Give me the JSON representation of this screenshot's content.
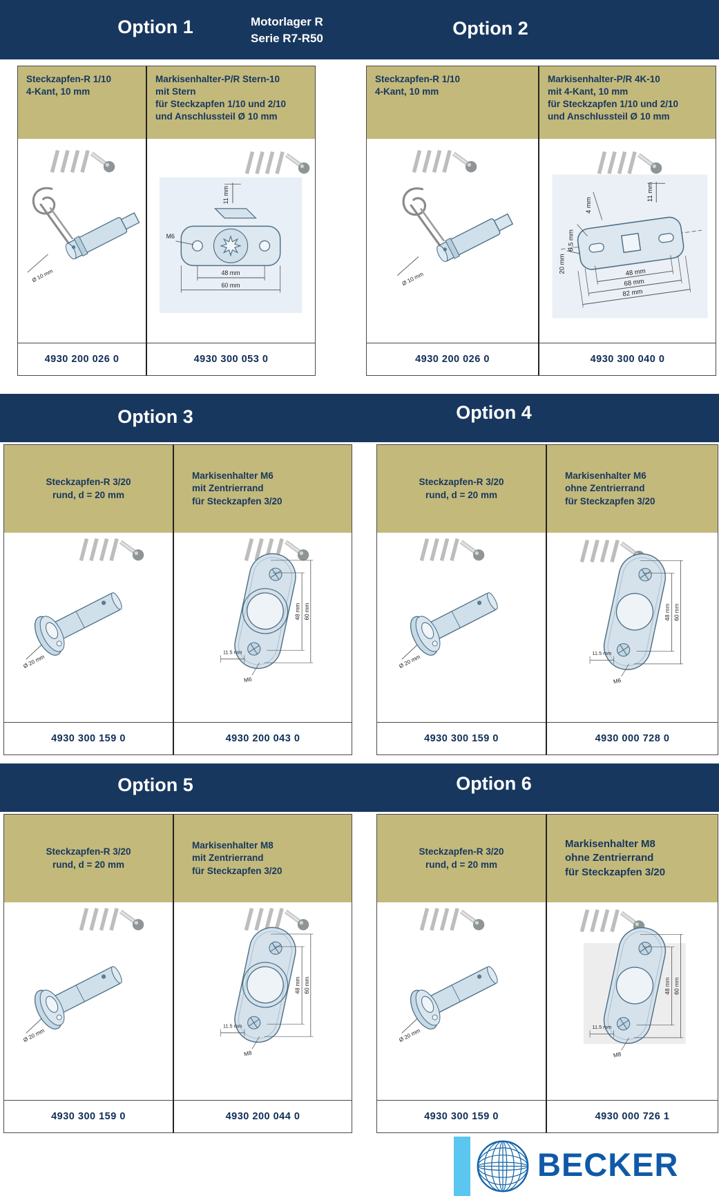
{
  "page": {
    "bars": [
      {
        "left_option": "Option 1",
        "series_title": "Motorlager R\nSerie R7-R50",
        "right_option": "Option 2"
      },
      {
        "left_option": "Option 3",
        "right_option": "Option 4"
      },
      {
        "left_option": "Option 5",
        "right_option": "Option 6"
      }
    ],
    "rows": [
      {
        "cells": [
          {
            "title": "Steckzapfen-R 1/10\n4-Kant, 10 mm",
            "part_number": "4930 200 026 0",
            "labels": {
              "diameter": "Ø 10 mm"
            }
          },
          {
            "title": "Markisenhalter-P/R Stern-10\nmit Stern\nfür Steckzapfen 1/10 und 2/10\nund Anschlussteil Ø 10 mm",
            "part_number": "4930 300 053 0",
            "labels": {
              "top": "11 mm",
              "thread": "M6",
              "inner_width": "48 mm",
              "outer_width": "60 mm"
            }
          },
          {
            "title": "Steckzapfen-R 1/10\n4-Kant, 10 mm",
            "part_number": "4930 200 026 0",
            "labels": {
              "diameter": "Ø 10 mm"
            }
          },
          {
            "title": "Markisenhalter-P/R 4K-10\nmit 4-Kant, 10 mm\nfür Steckzapfen 1/10 und 2/10\nund Anschlussteil Ø 10 mm",
            "part_number": "4930 300 040 0",
            "labels": {
              "top": "11 mm",
              "d1": "4 mm",
              "d2": "6,5 mm",
              "d3": "20 mm",
              "w1": "48 mm",
              "w2": "68 mm",
              "w3": "82 mm"
            }
          }
        ]
      },
      {
        "cells": [
          {
            "title": "Steckzapfen-R 3/20\nrund, d = 20 mm",
            "part_number": "4930 300 159 0",
            "labels": {
              "diameter": "Ø 20 mm"
            }
          },
          {
            "title": "Markisenhalter M6\nmit Zentrierrand\nfür Steckzapfen 3/20",
            "part_number": "4930 200 043 0",
            "labels": {
              "h1": "48 mm",
              "h2": "60 mm",
              "offset": "11.5 mm",
              "thread": "M6"
            }
          },
          {
            "title": "Steckzapfen-R 3/20\nrund, d = 20 mm",
            "part_number": "4930 300 159 0",
            "labels": {
              "diameter": "Ø 20 mm"
            }
          },
          {
            "title": "Markisenhalter M6\nohne Zentrierrand\nfür Steckzapfen 3/20",
            "part_number": "4930 000 728 0",
            "labels": {
              "h1": "48 mm",
              "h2": "60 mm",
              "offset": "11.5 mm",
              "thread": "M6"
            }
          }
        ]
      },
      {
        "cells": [
          {
            "title": "Steckzapfen-R 3/20\nrund, d = 20 mm",
            "part_number": "4930 300 159 0",
            "labels": {
              "diameter": "Ø 20 mm"
            }
          },
          {
            "title": "Markisenhalter M8\nmit Zentrierrand\nfür Steckzapfen 3/20",
            "part_number": "4930 200 044 0",
            "labels": {
              "h1": "48 mm",
              "h2": "60 mm",
              "offset": "11.5 mm",
              "thread": "M8"
            }
          },
          {
            "title": "Steckzapfen-R 3/20\nrund, d = 20 mm",
            "part_number": "4930 300 159 0",
            "labels": {
              "diameter": "Ø 20 mm"
            }
          },
          {
            "title": "Markisenhalter M8\nohne Zentrierrand\nfür Steckzapfen 3/20",
            "part_number": "4930 000 726 1",
            "labels": {
              "h1": "48 mm",
              "h2": "60 mm",
              "offset": "11.5 mm",
              "thread": "M8"
            }
          }
        ]
      }
    ],
    "footer": {
      "brand": "BECKER"
    },
    "colors": {
      "navy": "#17375E",
      "khaki": "#C3B97B",
      "brand_blue": "#1059A8",
      "light_blue": "#5BC6F0"
    }
  }
}
